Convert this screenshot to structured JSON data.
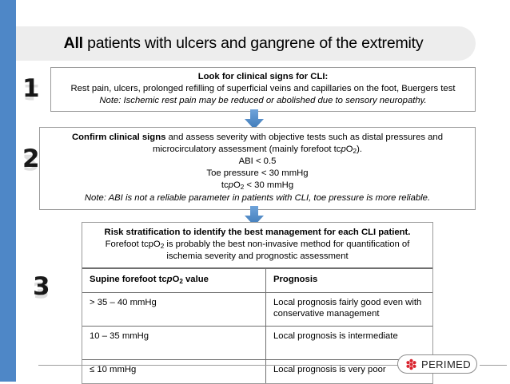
{
  "slide": {
    "title_lead": "All",
    "title_rest": " patients with ulcers and gangrene of the extremity",
    "accent_color": "#4E87C7",
    "arrow_color": "#4E87C7"
  },
  "steps": [
    {
      "number": "1"
    },
    {
      "number": "2"
    },
    {
      "number": "3"
    }
  ],
  "step1": {
    "heading": "Look for clinical signs for CLI:",
    "body": "Rest pain, ulcers, prolonged refilling of superficial veins and capillaries on the foot, Buergers test",
    "note": "Note: Ischemic rest pain may be reduced or abolished due to sensory neuropathy."
  },
  "step2": {
    "lead_bold": "Confirm clinical signs",
    "lead_rest": " and assess severity with objective tests such as distal pressures and",
    "line2_a": "microcirculatory assessment (mainly forefoot tc",
    "line2_p": "p",
    "line2_o": "O",
    "line2_sub": "2",
    "line2_end": ").",
    "criterion_1": "ABI < 0.5",
    "criterion_2": "Toe pressure < 30 mmHg",
    "criterion_3_a": "tc",
    "criterion_3_p": "p",
    "criterion_3_o": "O",
    "criterion_3_sub": "2",
    "criterion_3_end": " < 30 mmHg",
    "note": "Note: ABI is not a reliable parameter in patients with CLI, toe pressure is more reliable."
  },
  "step3": {
    "heading": "Risk stratification to identify the best management for each CLI patient.",
    "sub_a": "Forefoot tcpO",
    "sub_sub": "2",
    "sub_b": " is probably the best non-invasive method for quantification of ischemia severity and prognostic assessment"
  },
  "table": {
    "columns": [
      {
        "label_a": "Supine forefoot tc",
        "label_p": "p",
        "label_o": "O",
        "label_sub": "2",
        "label_end": " value"
      },
      {
        "label": "Prognosis"
      }
    ],
    "rows": [
      {
        "value": "> 35 – 40 mmHg",
        "prognosis": "Local prognosis fairly good even with conservative management"
      },
      {
        "value": "10 – 35 mmHg",
        "prognosis": "Local prognosis is intermediate"
      },
      {
        "value": "≤ 10 mmHg",
        "prognosis": "Local prognosis is very poor"
      }
    ]
  },
  "footer": {
    "brand": "PERIMED",
    "brand_color": "#D9232E"
  }
}
